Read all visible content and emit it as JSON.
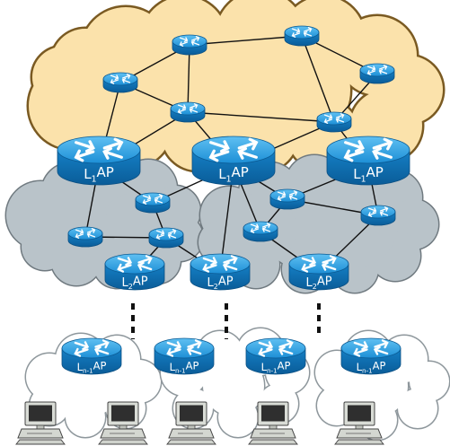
{
  "colors": {
    "top_cloud_fill": "#fbe2ab",
    "top_cloud_stroke": "#7a5a22",
    "mid_cloud_fill": "#b9c3c9",
    "mid_cloud_stroke": "#707a80",
    "bottom_cloud_fill": "#ffffff",
    "bottom_cloud_stroke": "#8e979c",
    "router_top": "#2a9fe2",
    "router_body": "#0d6fb5",
    "link": "#111111"
  },
  "icons": {
    "router": "router-icon",
    "computer": "desktop-computer-icon"
  },
  "labels": {
    "level1": {
      "base": "L",
      "sub": "1",
      "tail": "AP"
    },
    "level2": {
      "base": "L",
      "sub": "2",
      "tail": "AP"
    },
    "leveln": {
      "base": "L",
      "sub": "n-1",
      "tail": "AP"
    }
  }
}
